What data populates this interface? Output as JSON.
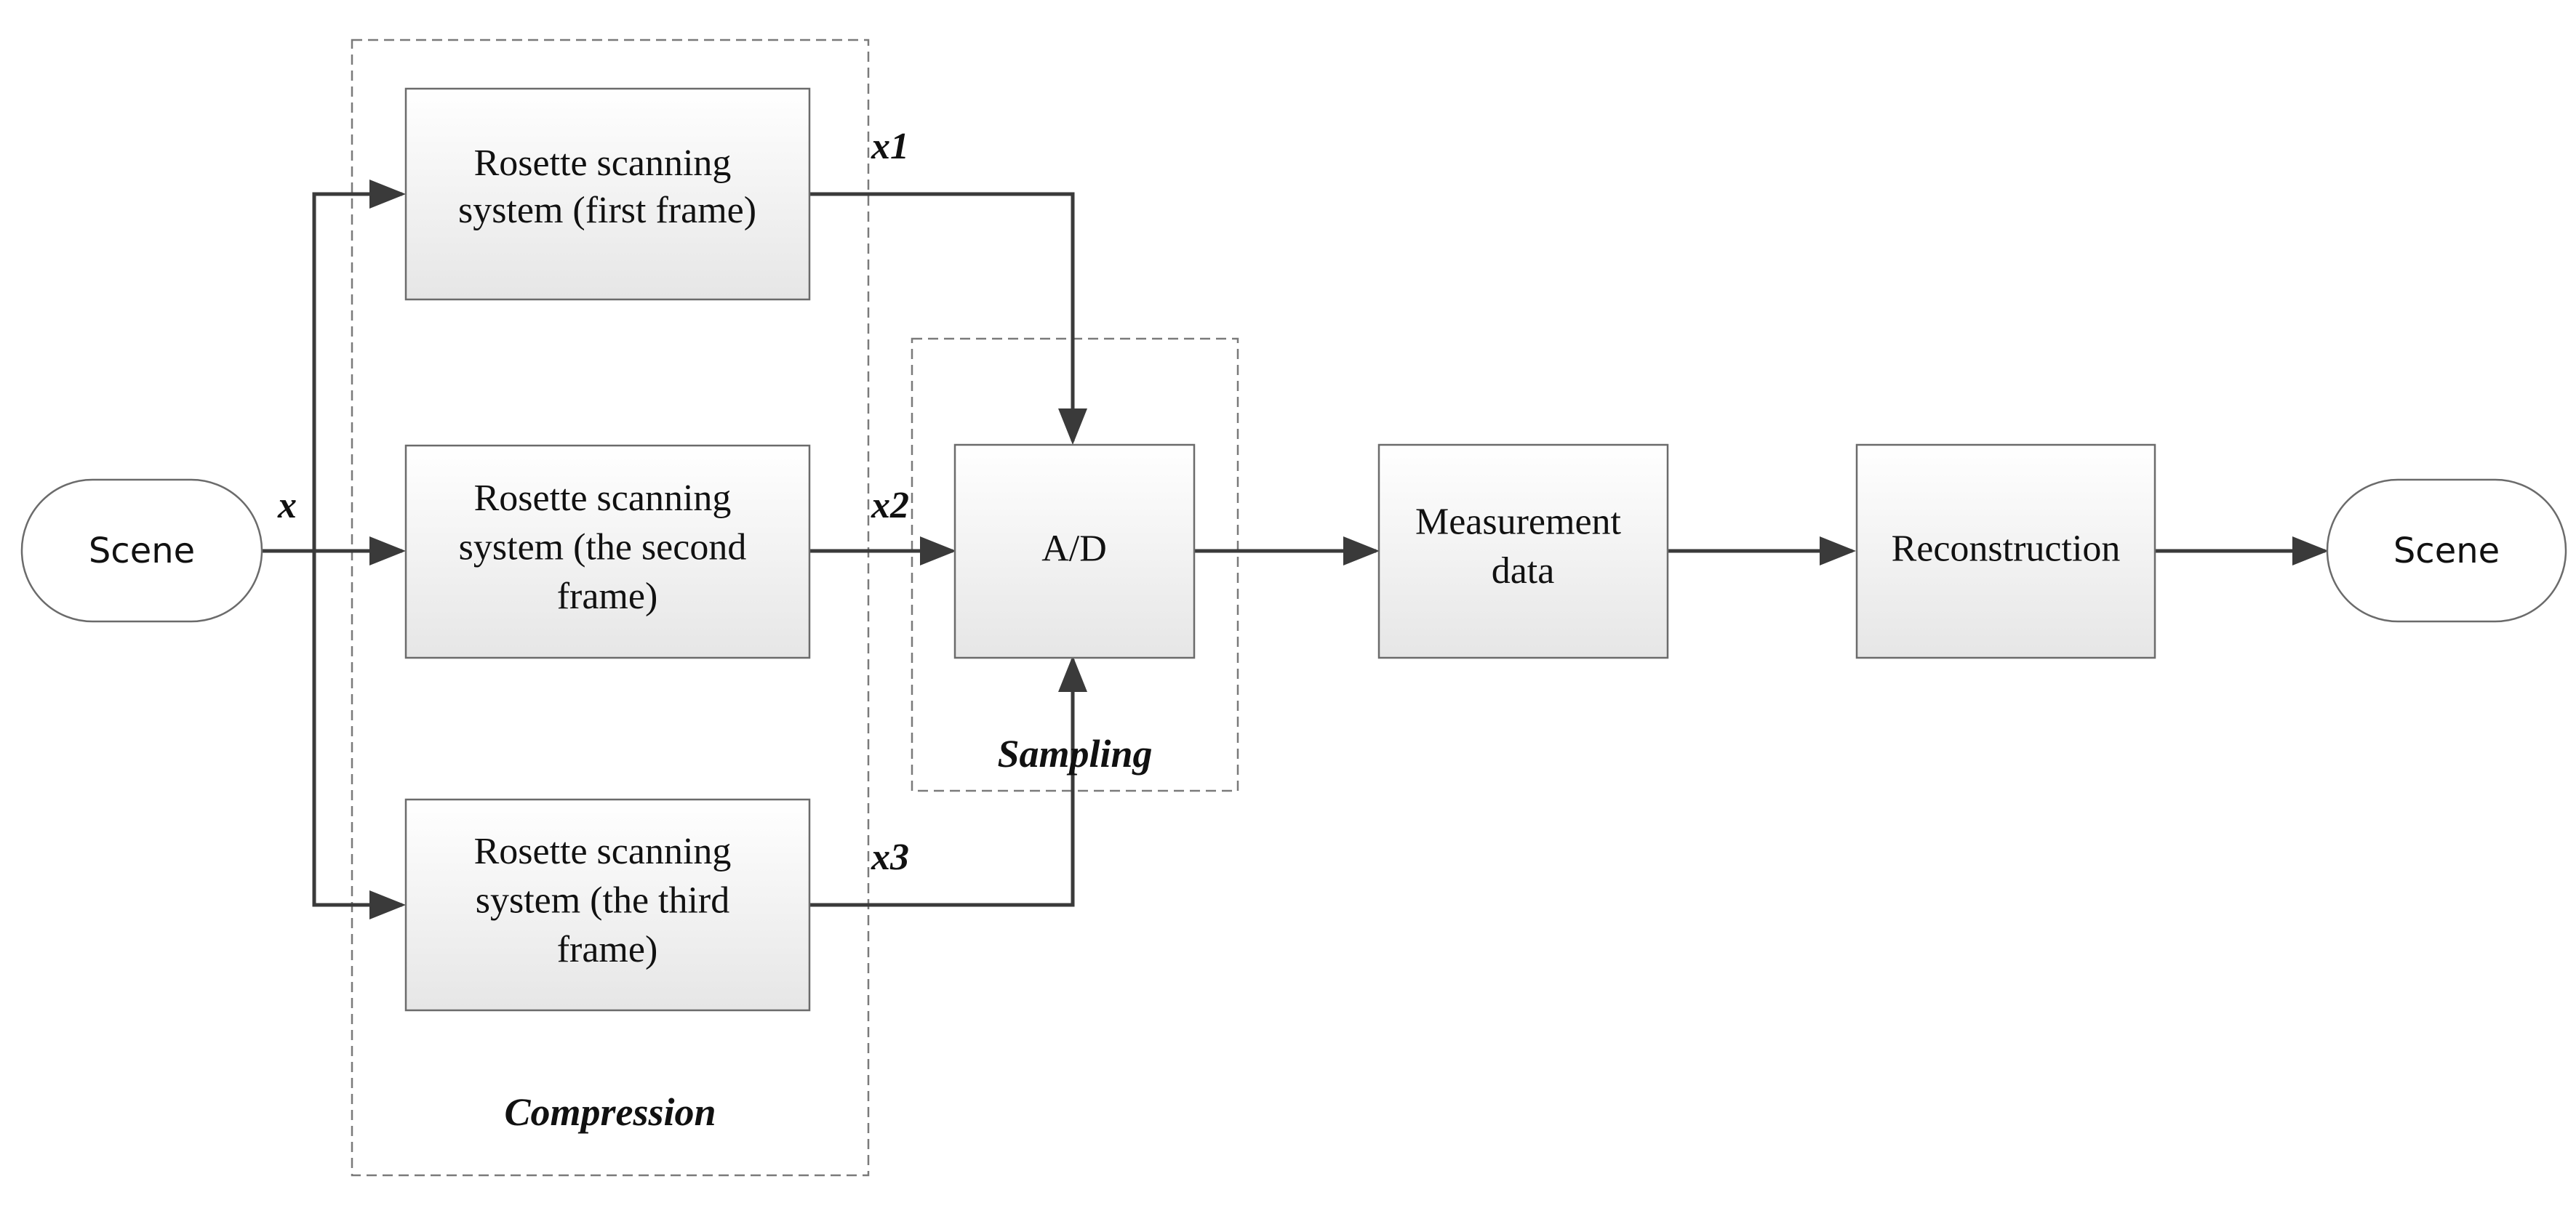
{
  "diagram": {
    "terminals": {
      "input": "Scene",
      "output": "Scene"
    },
    "nodes": {
      "scan1": [
        "Rosette scanning",
        "system (first frame)"
      ],
      "scan2": [
        "Rosette scanning",
        "system (the second",
        "frame)"
      ],
      "scan3": [
        "Rosette scanning",
        "system (the third",
        "frame)"
      ],
      "ad": [
        "A/D"
      ],
      "measurement": [
        "Measurement",
        "data"
      ],
      "reconstruction": [
        "Reconstruction"
      ]
    },
    "groups": {
      "compression": "Compression",
      "sampling": "Sampling"
    },
    "edge_labels": {
      "x": "x",
      "x1": "x1",
      "x2": "x2",
      "x3": "x3"
    },
    "edges": [
      {
        "from": "input",
        "to": "scan1",
        "label": "x"
      },
      {
        "from": "input",
        "to": "scan2",
        "label": "x"
      },
      {
        "from": "input",
        "to": "scan3",
        "label": "x"
      },
      {
        "from": "scan1",
        "to": "ad",
        "label": "x1"
      },
      {
        "from": "scan2",
        "to": "ad",
        "label": "x2"
      },
      {
        "from": "scan3",
        "to": "ad",
        "label": "x3"
      },
      {
        "from": "ad",
        "to": "measurement"
      },
      {
        "from": "measurement",
        "to": "reconstruction"
      },
      {
        "from": "reconstruction",
        "to": "output"
      }
    ]
  }
}
